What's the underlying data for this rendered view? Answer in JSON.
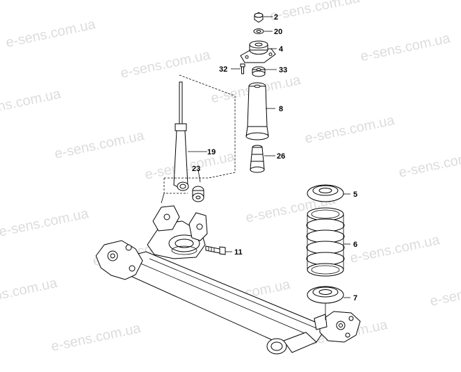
{
  "diagram": {
    "watermark_text": "e-sens.com.ua",
    "callouts": [
      {
        "id": "2",
        "label": "2"
      },
      {
        "id": "20",
        "label": "20"
      },
      {
        "id": "4",
        "label": "4"
      },
      {
        "id": "32",
        "label": "32"
      },
      {
        "id": "33",
        "label": "33"
      },
      {
        "id": "8",
        "label": "8"
      },
      {
        "id": "19",
        "label": "19"
      },
      {
        "id": "23",
        "label": "23"
      },
      {
        "id": "26",
        "label": "26"
      },
      {
        "id": "5",
        "label": "5"
      },
      {
        "id": "6",
        "label": "6"
      },
      {
        "id": "11",
        "label": "11"
      },
      {
        "id": "7",
        "label": "7"
      }
    ]
  }
}
